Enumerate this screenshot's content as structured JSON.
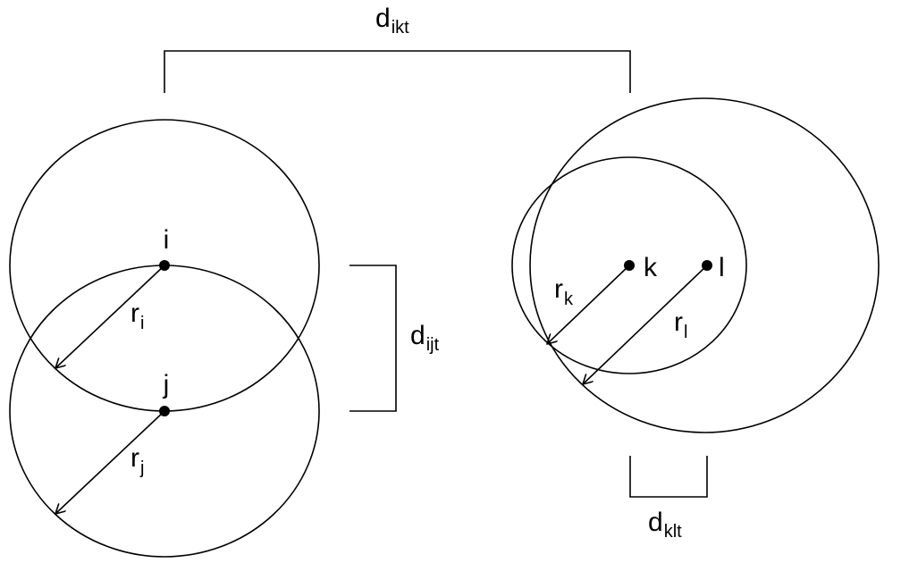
{
  "points": {
    "i": "i",
    "j": "j",
    "k": "k",
    "l": "l"
  },
  "radii": [
    {
      "base": "r",
      "sub": "i"
    },
    {
      "base": "r",
      "sub": "j"
    },
    {
      "base": "r",
      "sub": "k"
    },
    {
      "base": "r",
      "sub": "l"
    }
  ],
  "distances": [
    {
      "base": "d",
      "sub": "ikt"
    },
    {
      "base": "d",
      "sub": "ijt"
    },
    {
      "base": "d",
      "sub": "klt"
    }
  ]
}
